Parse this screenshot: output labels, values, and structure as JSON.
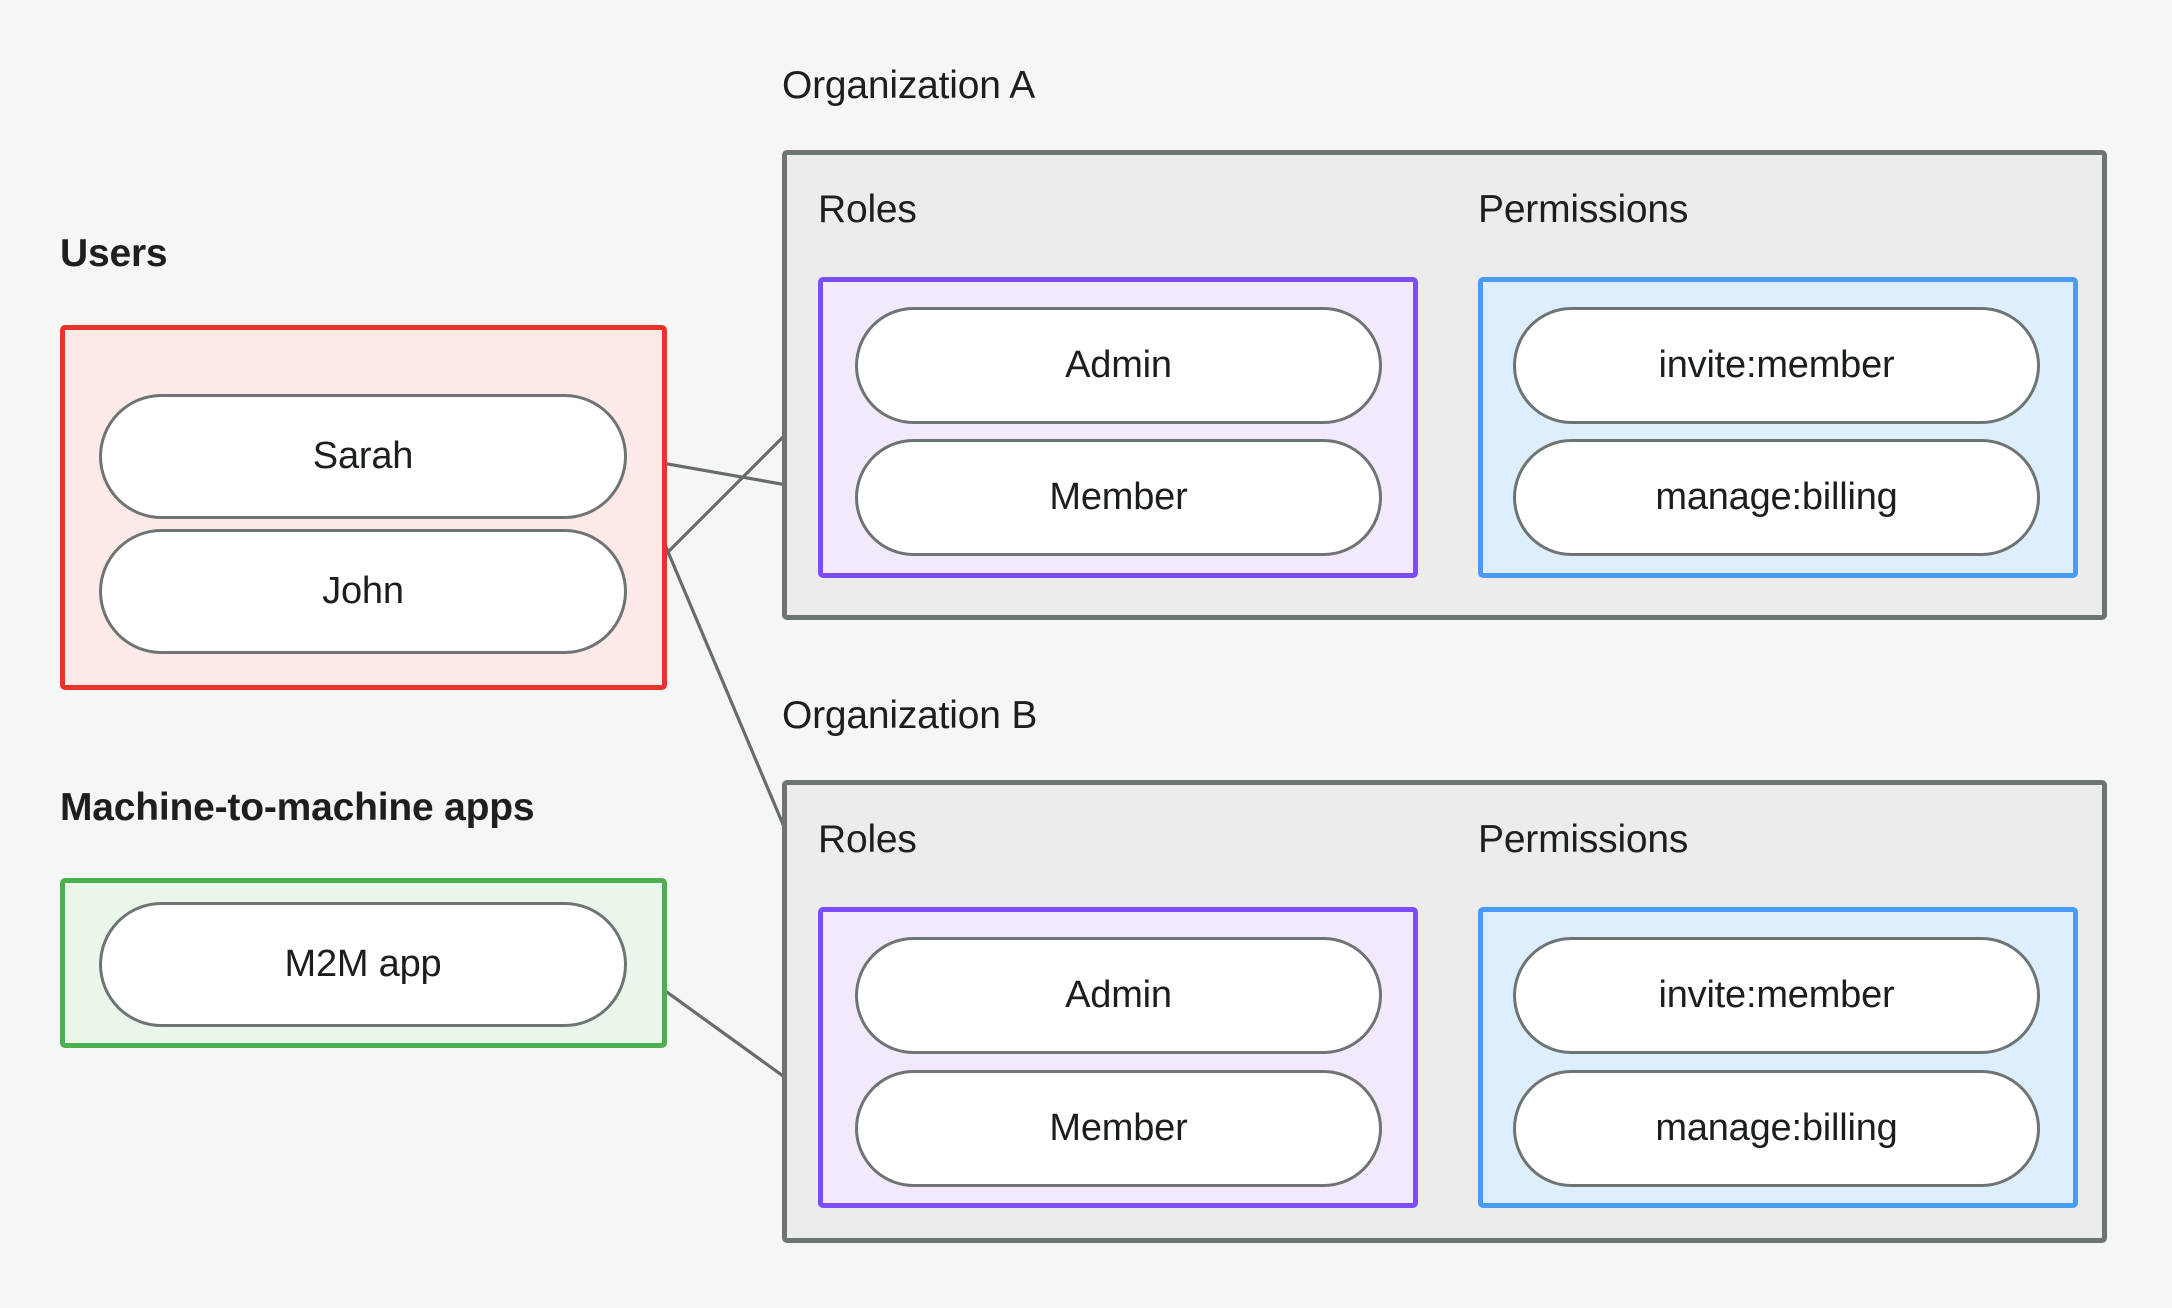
{
  "diagram": {
    "title_groups": {
      "users": "Users",
      "m2m": "Machine-to-machine apps",
      "org_a": "Organization A",
      "org_b": "Organization B"
    },
    "section_labels": {
      "roles": "Roles",
      "permissions": "Permissions"
    },
    "colors": {
      "background": "#f5f7f6",
      "users_border": "#e8342a",
      "users_fill": "#fdeae8",
      "m2m_border": "#4cb050",
      "m2m_fill": "#e9f6ea",
      "org_border": "#6e7474",
      "org_fill": "#ececec",
      "roles_border": "#7c4dff",
      "roles_fill": "#f2e9fd",
      "perms_border": "#4a9bf5",
      "perms_fill": "#ddeefd",
      "node_border": "#6e7373",
      "node_fill": "#ffffff",
      "edge": "#666b6b",
      "text": "#1c1f1f"
    },
    "nodes": {
      "users": [
        "Sarah",
        "John"
      ],
      "m2m": [
        "M2M app"
      ],
      "org_a_roles": [
        "Admin",
        "Member"
      ],
      "org_a_permissions": [
        "invite:member",
        "manage:billing"
      ],
      "org_b_roles": [
        "Admin",
        "Member"
      ],
      "org_b_permissions": [
        "invite:member",
        "manage:billing"
      ]
    },
    "edges": [
      {
        "from": "Sarah",
        "to": "Organization A / Member"
      },
      {
        "from": "Sarah",
        "to": "Organization B / Admin"
      },
      {
        "from": "John",
        "to": "Organization A / Admin"
      },
      {
        "from": "M2M app",
        "to": "Organization B / Member"
      },
      {
        "from": "Organization A / Admin",
        "to": "Organization A / invite:member"
      },
      {
        "from": "Organization A / Admin",
        "to": "Organization A / manage:billing"
      },
      {
        "from": "Organization A / Member",
        "to": "Organization A / manage:billing"
      },
      {
        "from": "Organization B / Admin",
        "to": "Organization B / invite:member"
      },
      {
        "from": "Organization B / Admin",
        "to": "Organization B / manage:billing"
      },
      {
        "from": "Organization B / Member",
        "to": "Organization B / manage:billing"
      }
    ]
  }
}
